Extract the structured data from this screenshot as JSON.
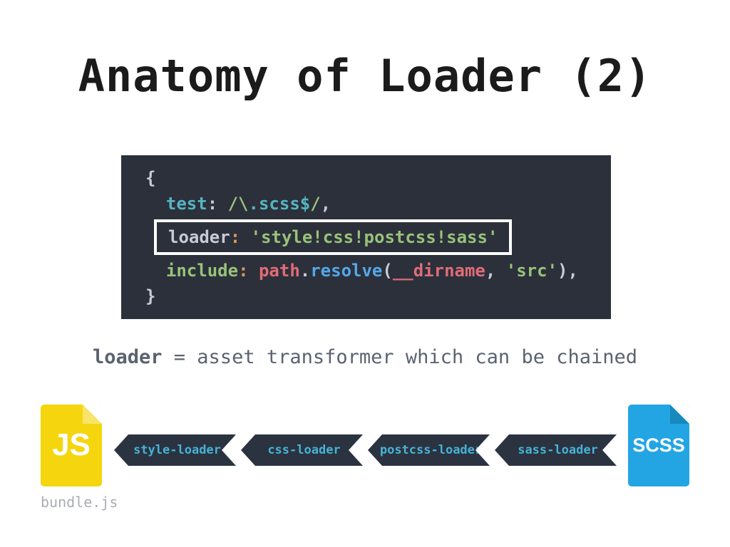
{
  "title": "Anatomy of Loader (2)",
  "subtitle": {
    "keyword": "loader",
    "rest": " = asset transformer which can be chained"
  },
  "code": {
    "lines": [
      {
        "boxed": false,
        "tokens": [
          {
            "t": "{",
            "c": "fg"
          }
        ]
      },
      {
        "boxed": false,
        "tokens": [
          {
            "t": "  ",
            "c": "fg"
          },
          {
            "t": "test",
            "c": "cyan"
          },
          {
            "t": ": ",
            "c": "fg"
          },
          {
            "t": "/\\",
            "c": "green"
          },
          {
            "t": ".scss$",
            "c": "cyan"
          },
          {
            "t": "/",
            "c": "green"
          },
          {
            "t": ",",
            "c": "fg"
          }
        ]
      },
      {
        "boxed": true,
        "tokens": [
          {
            "t": "loader",
            "c": "fg"
          },
          {
            "t": ":",
            "c": "orange"
          },
          {
            "t": " ",
            "c": "fg"
          },
          {
            "t": "'style!css!postcss!sass'",
            "c": "green"
          }
        ]
      },
      {
        "boxed": false,
        "tokens": [
          {
            "t": "  ",
            "c": "fg"
          },
          {
            "t": "include",
            "c": "green"
          },
          {
            "t": ":",
            "c": "orange"
          },
          {
            "t": " ",
            "c": "fg"
          },
          {
            "t": "path",
            "c": "red"
          },
          {
            "t": ".",
            "c": "fg"
          },
          {
            "t": "resolve",
            "c": "blue"
          },
          {
            "t": "(",
            "c": "fg"
          },
          {
            "t": "__dirname",
            "c": "red"
          },
          {
            "t": ", ",
            "c": "fg"
          },
          {
            "t": "'src'",
            "c": "green"
          },
          {
            "t": "),",
            "c": "fg"
          }
        ]
      },
      {
        "boxed": false,
        "tokens": [
          {
            "t": "}",
            "c": "fg"
          }
        ]
      }
    ]
  },
  "pipeline": {
    "loaders": [
      "style-loader",
      "css-loader",
      "postcss-loader",
      "sass-loader"
    ],
    "output_file": {
      "icon_label": "JS",
      "caption": "bundle.js"
    },
    "source_file": {
      "icon_label": "SCSS"
    }
  },
  "colors": {
    "title_color": "#1b1b1b",
    "subtitle_color": "#5b6370",
    "caption_color": "#a9adb3",
    "code_bg": "#2b303b",
    "code_fg": "#c7ccd4",
    "code_cyan": "#55b5c2",
    "code_green": "#99c279",
    "code_orange": "#d99a57",
    "code_red": "#e06c75",
    "code_blue": "#55a7e8",
    "highlight_border": "#ffffff",
    "chevron_bg": "#2b3340",
    "chevron_text": "#45b3d6",
    "js_yellow": "#f5d50e",
    "js_fold": "#f8e468",
    "scss_blue": "#23a5e4",
    "scss_fold": "#1689bd"
  }
}
